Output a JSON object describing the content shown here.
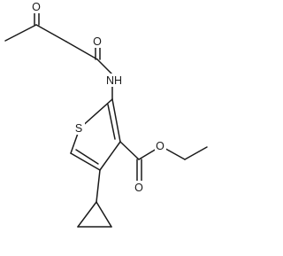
{
  "molecule": {
    "atoms": {
      "o_ketone": "O",
      "o_amide": "O",
      "nh": "NH",
      "s": "S",
      "o_ester": "O",
      "o_carbonyl": "O"
    }
  }
}
